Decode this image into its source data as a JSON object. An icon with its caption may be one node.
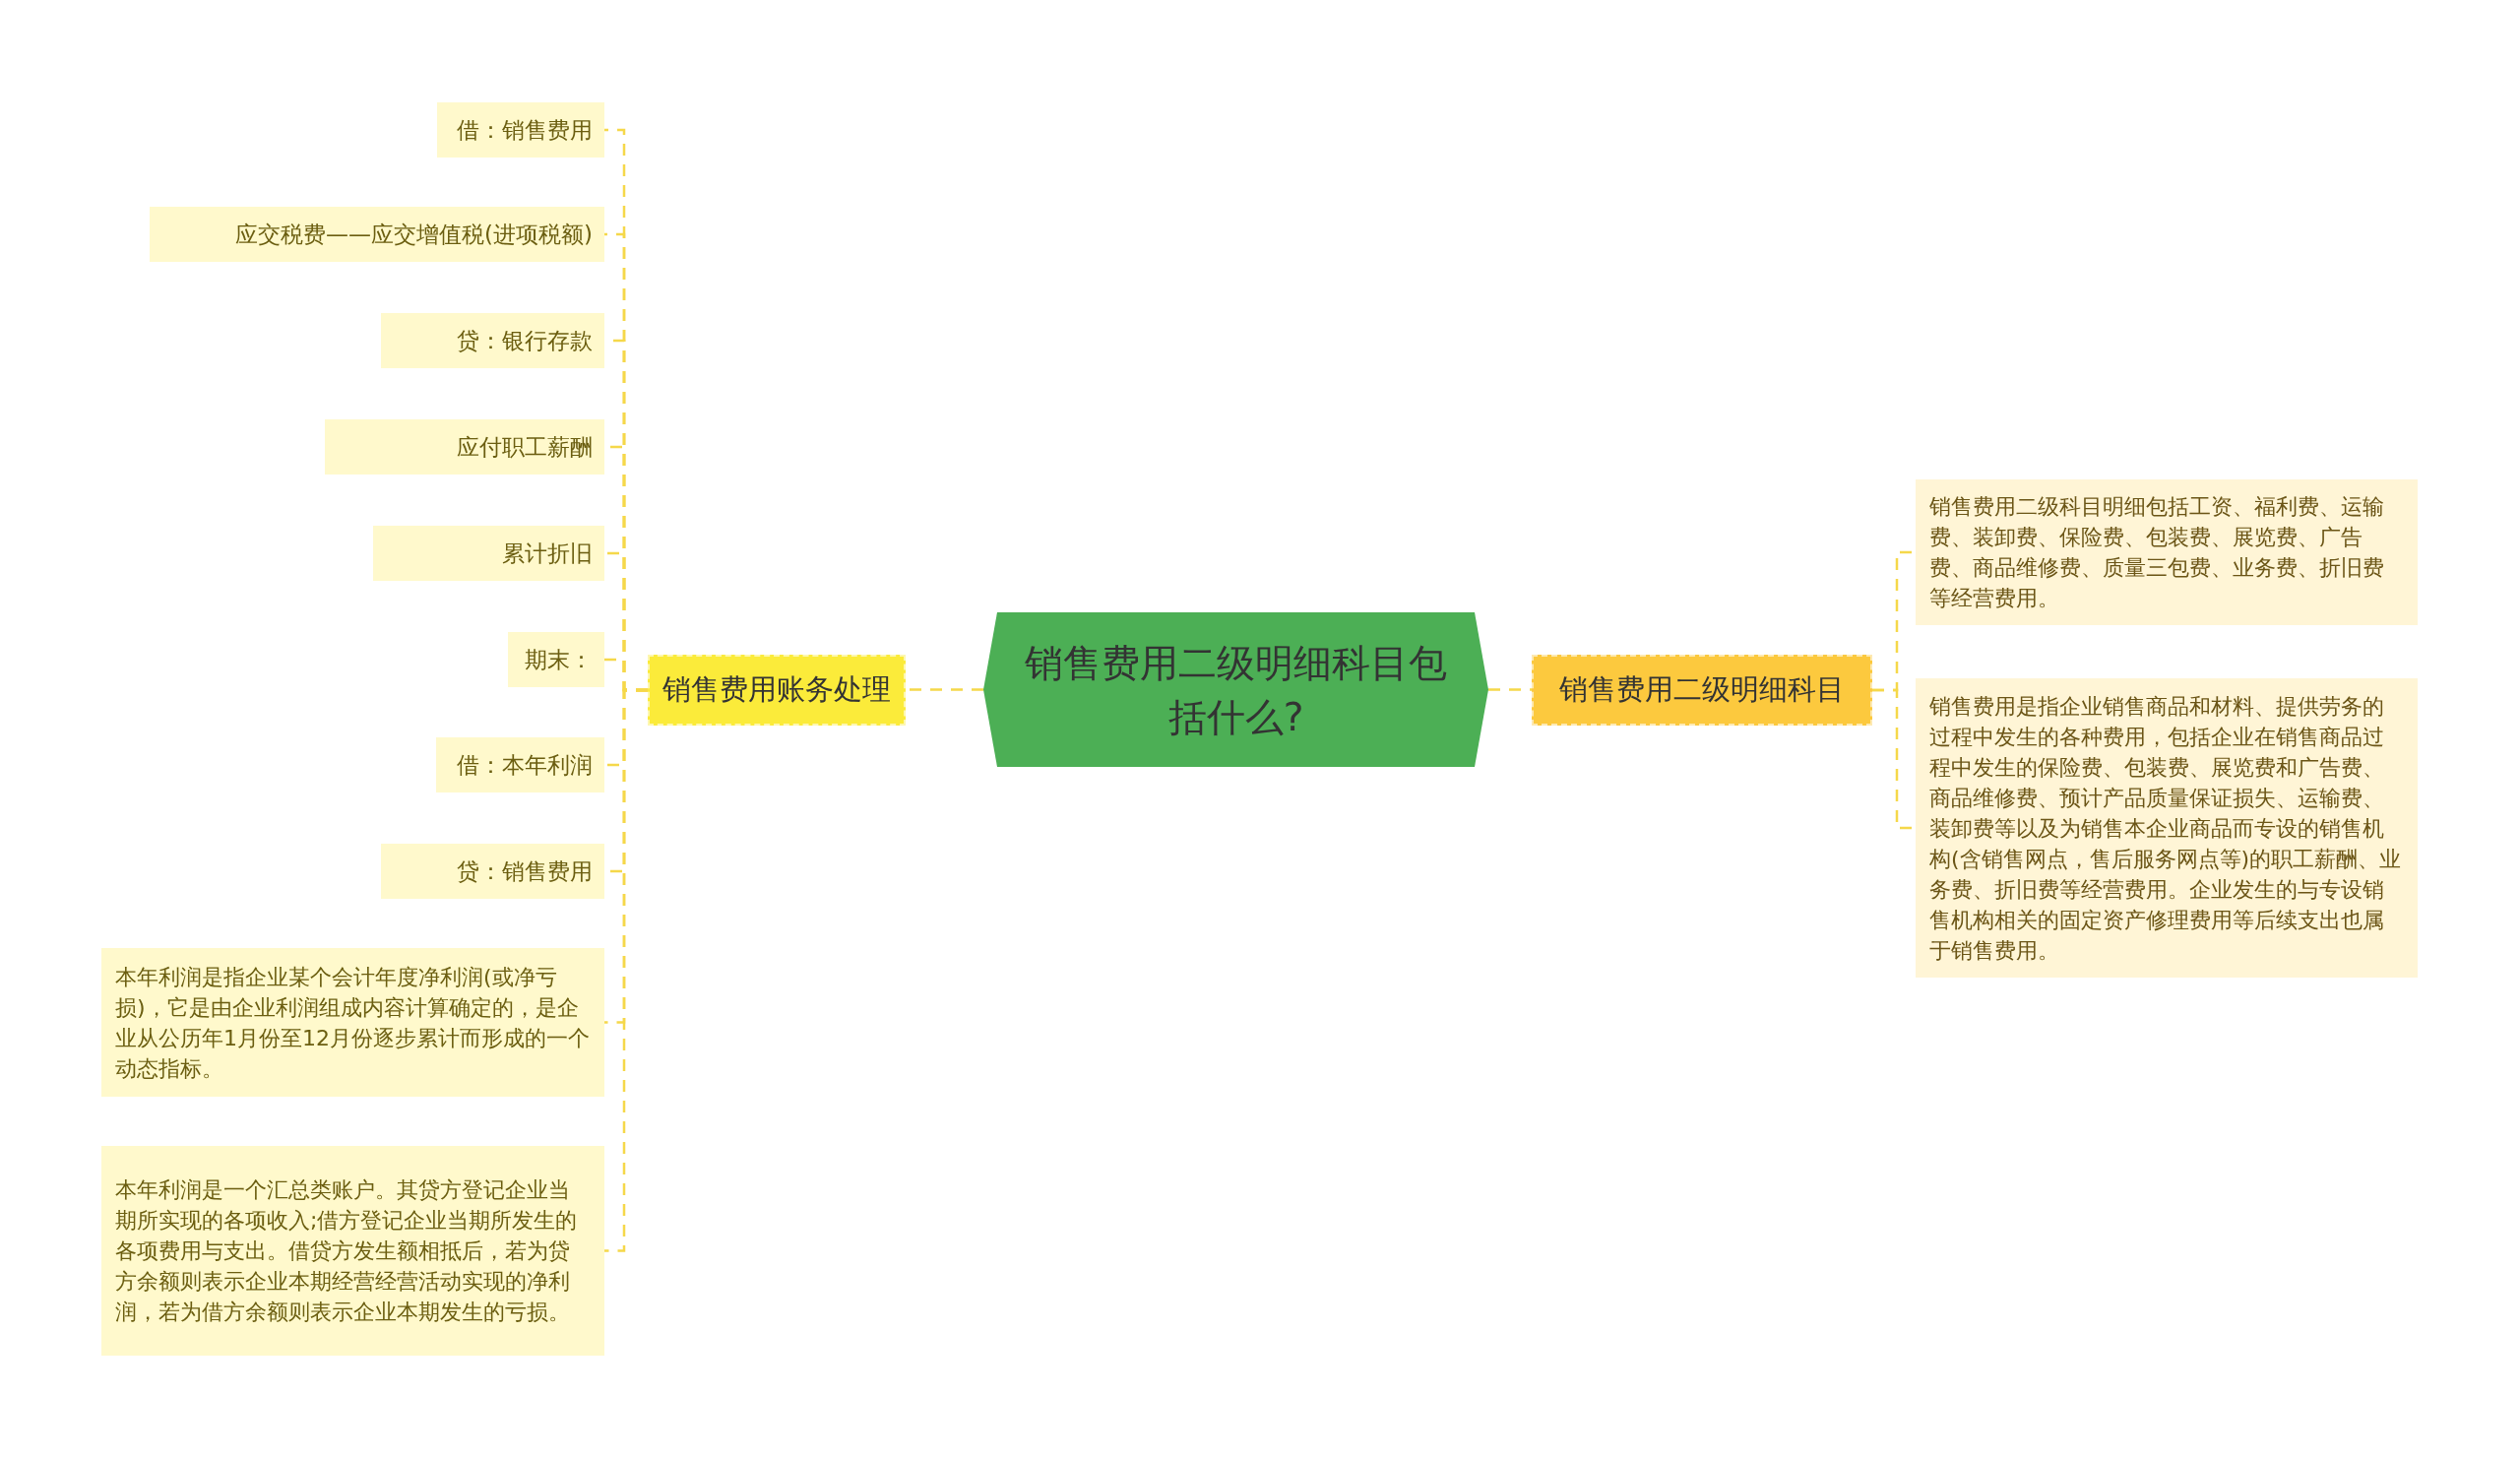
{
  "diagram": {
    "nodes": [
      {
        "text": [
          "销售费用二级明细科目包括什么?"
        ]
      },
      {
        "text": [
          "销售费用账务处理"
        ]
      },
      {
        "text": [
          "借：销售费用"
        ]
      },
      {
        "text": [
          "应交税费——应交增值税(进项税额)"
        ]
      },
      {
        "text": [
          "贷：银行存款"
        ]
      },
      {
        "text": [
          "应付职工薪酬"
        ]
      },
      {
        "text": [
          "累计折旧"
        ]
      },
      {
        "text": [
          "期末："
        ]
      },
      {
        "text": [
          "借：本年利润"
        ]
      },
      {
        "text": [
          "贷：销售费用"
        ]
      },
      {
        "text": [
          "本年利润是指企业某个会计年度净利润(或净亏损)，它是由企业利润组成内容计算确定的，是企业从公历年1月份至12月份逐步累计而形成的一个动态指标。"
        ]
      },
      {
        "text": [
          "本年利润是一个汇总类账户。其贷方登记企业当期所实现的各项收入;借方登记企业当期所发生的各项费用与支出。借贷方发生额相抵后，若为贷方余额则表示企业本期经营经营活动实现的净利润，若为借方余额则表示企业本期发生的亏损。"
        ]
      },
      {
        "text": [
          "销售费用二级明细科目"
        ]
      },
      {
        "text": [
          "销售费用二级科目明细包括工资、福利费、运输费、装卸费、保险费、包装费、展览费、广告费、商品维修费、质量三包费、业务费、折旧费等经营费用。"
        ]
      },
      {
        "text": [
          "销售费用是指企业销售商品和材料、提供劳务的过程中发生的各种费用，包括企业在销售商品过程中发生的保险费、包装费、展览费和广告费、商品维修费、预计产品质量保证损失、运输费、装卸费等以及为销售本企业商品而专设的销售机构(含销售网点，售后服务网点等)的职工薪酬、业务费、折旧费等经营费用。企业发生的与专设销售机构相关的固定资产修理费用等后续支出也属于销售费用。"
        ]
      }
    ],
    "edges": [
      {
        "from": 0,
        "to": 1,
        "arrow": "none",
        "style": "dashed"
      },
      {
        "from": 1,
        "to": 2,
        "arrow": "none",
        "style": "dashed"
      },
      {
        "from": 1,
        "to": 3,
        "arrow": "none",
        "style": "dashed"
      },
      {
        "from": 1,
        "to": 4,
        "arrow": "none",
        "style": "dashed"
      },
      {
        "from": 1,
        "to": 5,
        "arrow": "none",
        "style": "dashed"
      },
      {
        "from": 1,
        "to": 6,
        "arrow": "none",
        "style": "dashed"
      },
      {
        "from": 1,
        "to": 7,
        "arrow": "none",
        "style": "dashed"
      },
      {
        "from": 1,
        "to": 8,
        "arrow": "none",
        "style": "dashed"
      },
      {
        "from": 1,
        "to": 9,
        "arrow": "none",
        "style": "dashed"
      },
      {
        "from": 1,
        "to": 10,
        "arrow": "none",
        "style": "dashed"
      },
      {
        "from": 1,
        "to": 11,
        "arrow": "none",
        "style": "dashed"
      },
      {
        "from": 0,
        "to": 12,
        "arrow": "none",
        "style": "dashed"
      },
      {
        "from": 12,
        "to": 13,
        "arrow": "none",
        "style": "dashed"
      },
      {
        "from": 12,
        "to": 14,
        "arrow": "none",
        "style": "dashed"
      }
    ]
  }
}
